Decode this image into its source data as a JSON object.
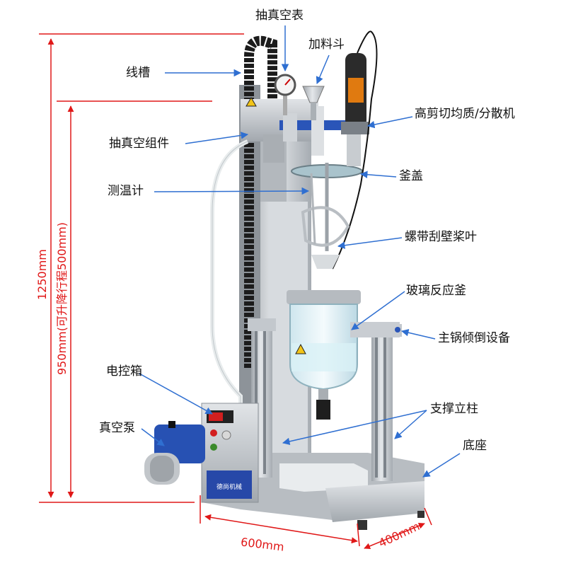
{
  "labels": {
    "vacuum_gauge": "抽真空表",
    "feed_hopper": "加料斗",
    "cable_trough": "线槽",
    "homogenizer": "高剪切均质/分散机",
    "vacuum_assembly": "抽真空组件",
    "kettle_lid": "釜盖",
    "thermometer": "测温计",
    "ribbon_paddle": "螺带刮壁桨叶",
    "glass_reactor": "玻璃反应釜",
    "tilting_device": "主锅倾倒设备",
    "control_box": "电控箱",
    "vacuum_pump": "真空泵",
    "support_column": "支撑立柱",
    "base": "底座"
  },
  "dimensions": {
    "total_height": "1250mm",
    "lift_height": "950mm(可升降行程500mm)",
    "width": "600mm",
    "depth": "400mm"
  },
  "nameplate": "德尚机械",
  "colors": {
    "dimension": "#e01818",
    "leader": "#2f6fd1",
    "steel": "#c9cdd2"
  }
}
